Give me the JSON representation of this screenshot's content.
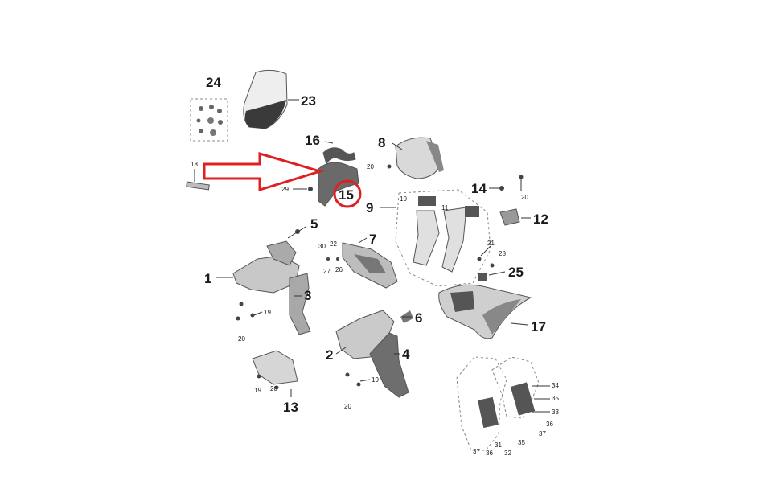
{
  "labels": {
    "l1": "1",
    "l2": "2",
    "l3": "3",
    "l4": "4",
    "l5": "5",
    "l6": "6",
    "l7": "7",
    "l8": "8",
    "l9": "9",
    "l10": "10",
    "l11": "11",
    "l12": "12",
    "l13": "13",
    "l14": "14",
    "l15": "15",
    "l16": "16",
    "l17": "17",
    "l18": "18",
    "l19a": "19",
    "l19b": "19",
    "l20a": "20",
    "l20b": "20",
    "l20c": "20",
    "l20d": "20",
    "l20e": "20",
    "l21": "21",
    "l22": "22",
    "l23": "23",
    "l24": "24",
    "l25": "25",
    "l26": "26",
    "l27": "27",
    "l28": "28",
    "l29": "29",
    "l30": "30",
    "l31": "31",
    "l32": "32",
    "l33": "33",
    "l34": "34",
    "l35a": "35",
    "l35b": "35",
    "l36a": "36",
    "l36b": "36",
    "l37a": "37",
    "l37b": "37"
  },
  "highlight": {
    "label_color": "#e02020",
    "arrow_color": "#e02020"
  }
}
